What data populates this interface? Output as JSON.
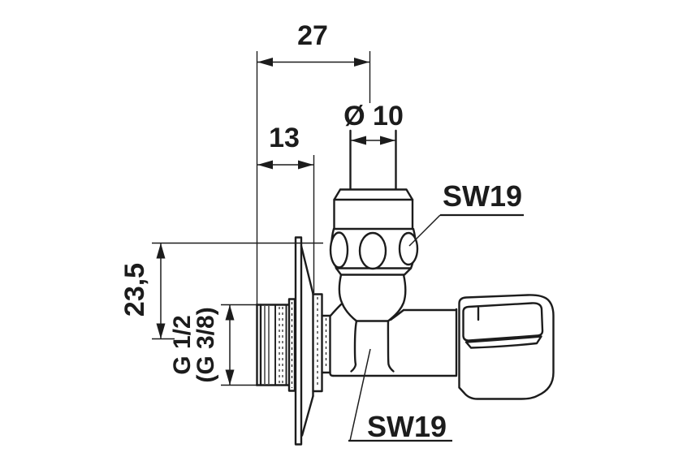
{
  "drawing": {
    "background_color": "#ffffff",
    "line_color": "#1c1c1c",
    "dimensions": {
      "total_depth": "27",
      "wall_depth": "13",
      "pipe_diameter": "Ø 10",
      "height_offset": "23,5",
      "thread_primary": "G 1/2",
      "thread_secondary": "(G 3/8)"
    },
    "wrench_labels": {
      "top": "SW19",
      "bottom": "SW19"
    }
  }
}
